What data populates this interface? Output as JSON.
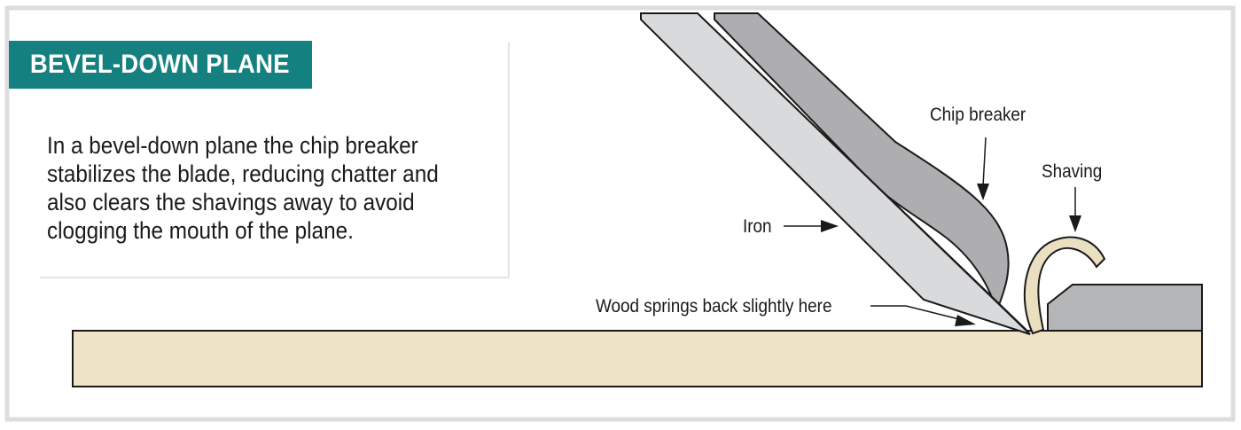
{
  "title": "BEVEL-DOWN PLANE",
  "description": "In a bevel-down plane the chip breaker stabilizes the blade, reducing chatter and also clears the shavings away to avoid clogging the mouth of the plane.",
  "labels": {
    "chip_breaker": "Chip breaker",
    "shaving": "Shaving",
    "iron": "Iron",
    "wood_springs": "Wood springs back slightly here"
  },
  "colors": {
    "teal": "#14807f",
    "wood": "#efe3c6",
    "iron": "#d9dadc",
    "chip_breaker": "#aeaeb0",
    "sole": "#b4b5b7",
    "shaving": "#eadfc0",
    "border": "#dddddd"
  }
}
